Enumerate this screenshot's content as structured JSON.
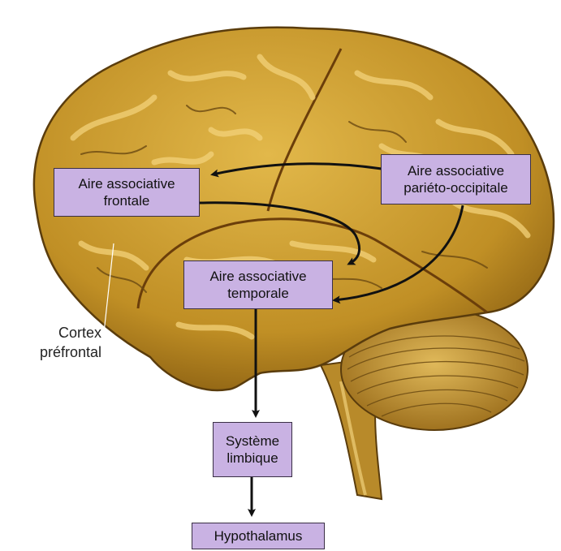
{
  "boxes": {
    "frontal": {
      "line1": "Aire associative",
      "line2": "frontale"
    },
    "parieto": {
      "line1": "Aire associative",
      "line2": "pariéto-occipitale"
    },
    "temporal": {
      "line1": "Aire associative",
      "line2": "temporale"
    },
    "limbic": {
      "line1": "Système",
      "line2": "limbique"
    },
    "hypothalamus": {
      "line1": "Hypothalamus"
    }
  },
  "labels": {
    "cortex_line1": "Cortex",
    "cortex_line2": "préfrontal"
  },
  "colors": {
    "brain_fill": "#c79a2c",
    "brain_highlight": "#f3d27a",
    "sulcus": "#6b4a12",
    "box_fill": "#c9b2e3",
    "arrow": "#111111"
  }
}
